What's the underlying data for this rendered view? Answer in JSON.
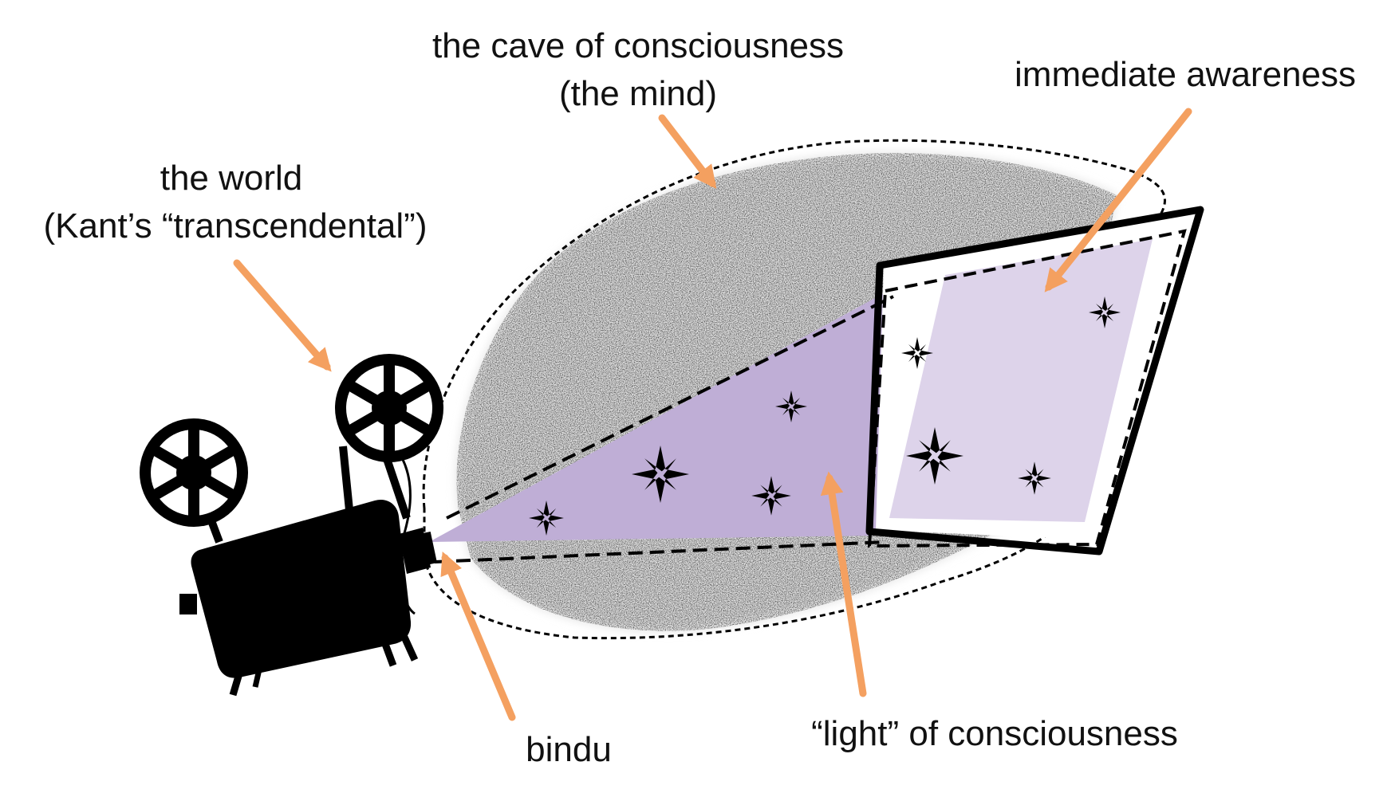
{
  "labels": {
    "cave_line1": "the cave of consciousness",
    "cave_line2": "(the mind)",
    "awareness": "immediate awareness",
    "world_line1": "the world",
    "world_line2": "(Kant’s “transcendental”)",
    "bindu": "bindu",
    "light": "“light” of consciousness"
  },
  "colors": {
    "arrow": "#f4a060",
    "beam": "#bfaed6",
    "screen": "#ddd3ea",
    "rock": "#dedede",
    "ink": "#000000"
  },
  "icons": {
    "projector": "film-projector-icon",
    "sparkle": "four-point-star-icon"
  }
}
